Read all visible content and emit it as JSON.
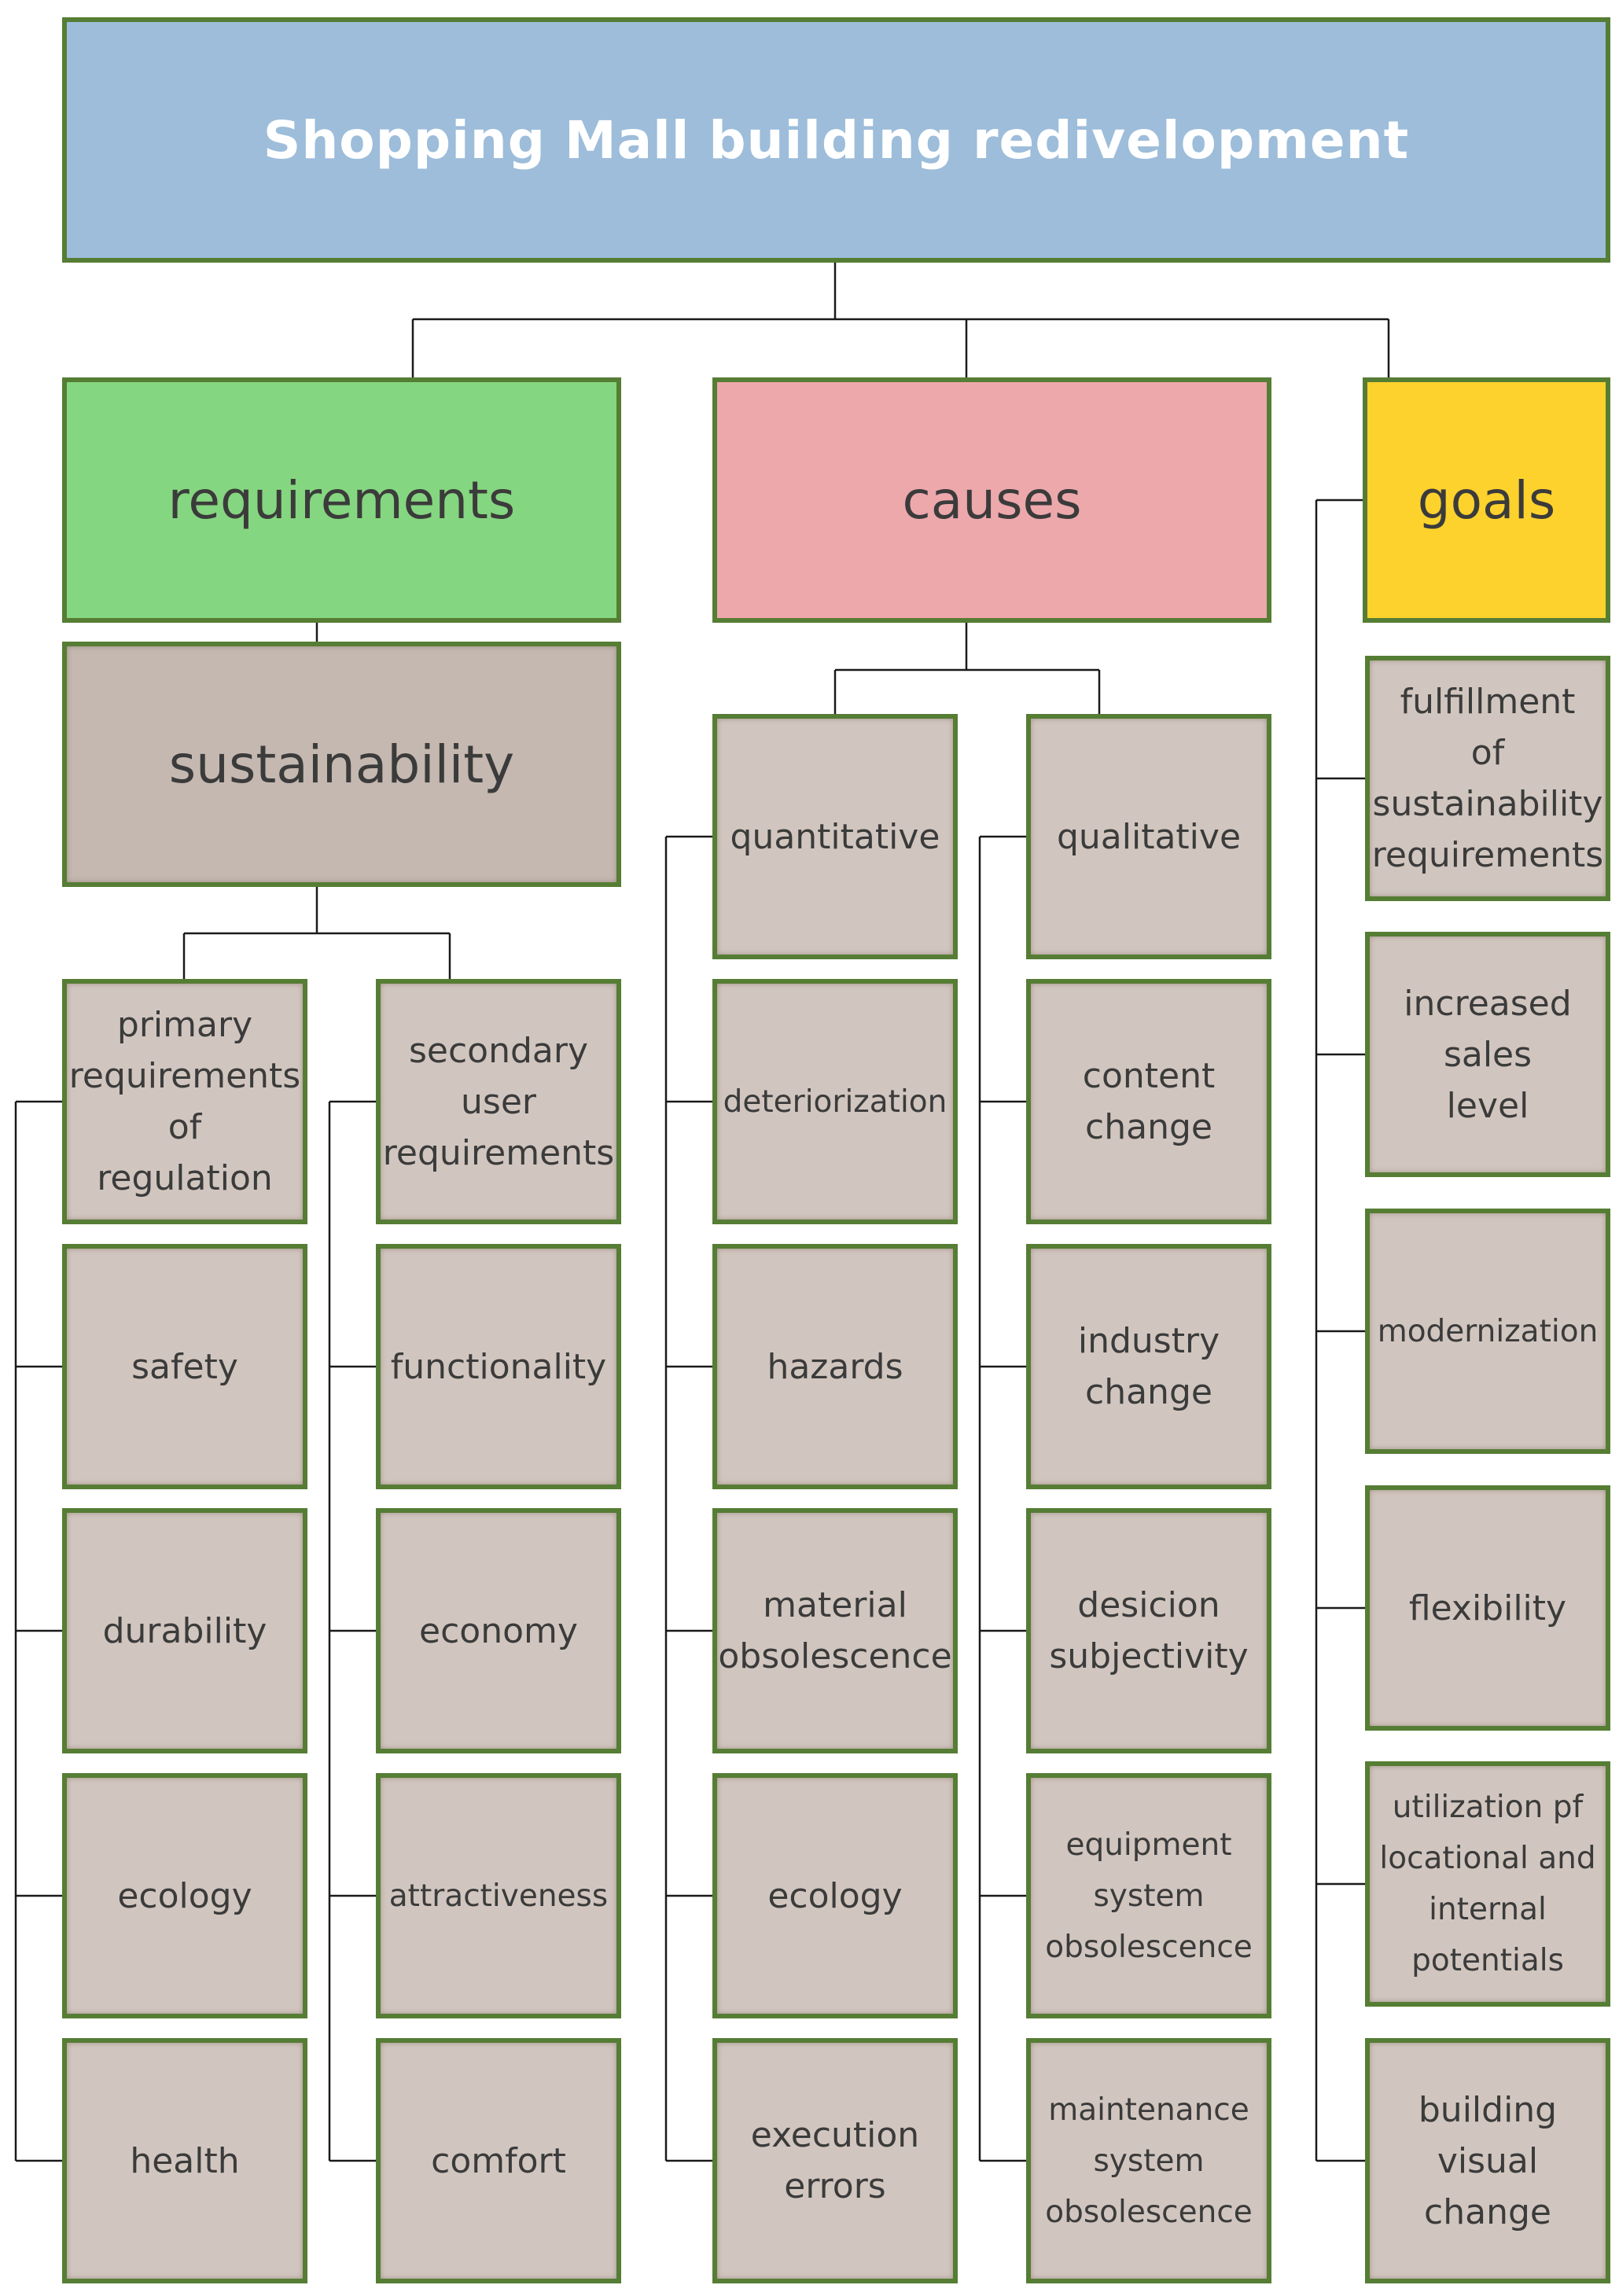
{
  "title": "Shopping Mall building redivelopment",
  "colors": {
    "title_fill": "#9dbdda",
    "requirements_fill": "#85d680",
    "causes_fill": "#eda8ac",
    "goals_fill": "#fed22d",
    "sustainability_fill": "#c4b8b0",
    "leaf_fill": "#d1c6bf",
    "border": "#557d34",
    "connector": "#1a1a1a"
  },
  "requirements": {
    "label": "requirements",
    "sustainability": "sustainability",
    "primary": {
      "label": "primary\nrequirements\nof\nregulation",
      "items": [
        "safety",
        "durability",
        "ecology",
        "health"
      ]
    },
    "secondary": {
      "label": "secondary\nuser\nrequirements",
      "items": [
        "functionality",
        "economy",
        "attractiveness",
        "comfort"
      ]
    }
  },
  "causes": {
    "label": "causes",
    "quantitative": {
      "label": "quantitative",
      "items": [
        "deteriorization",
        "hazards",
        "material\nobsolescence",
        "ecology",
        "execution\nerrors"
      ]
    },
    "qualitative": {
      "label": "qualitative",
      "items": [
        "content\nchange",
        "industry\nchange",
        "desicion\nsubjectivity",
        "equipment\nsystem\nobsolescence",
        "maintenance\nsystem\nobsolescence"
      ]
    }
  },
  "goals": {
    "label": "goals",
    "items": [
      "fulfillment\nof\nsustainability\nrequirements",
      "increased\nsales\nlevel",
      "modernization",
      "flexibility",
      "utilization pf\nlocational and\ninternal\npotentials",
      "building\nvisual\nchange"
    ]
  }
}
